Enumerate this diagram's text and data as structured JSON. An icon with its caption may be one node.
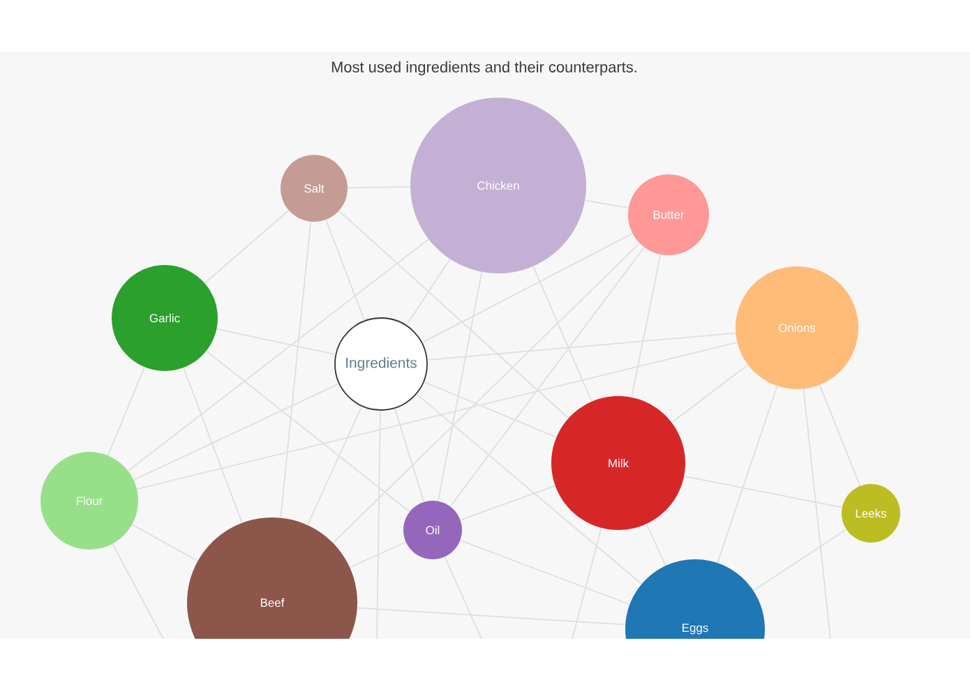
{
  "diagram": {
    "title": "Most used ingredients and their counterparts.",
    "nodes": [
      {
        "text": [
          "Salt"
        ]
      },
      {
        "text": [
          "Chicken"
        ]
      },
      {
        "text": [
          "Butter"
        ]
      },
      {
        "text": [
          "Garlic"
        ]
      },
      {
        "text": [
          "Ingredients"
        ]
      },
      {
        "text": [
          "Onions"
        ]
      },
      {
        "text": [
          "Milk"
        ]
      },
      {
        "text": [
          "Flour"
        ]
      },
      {
        "text": [
          "Leeks"
        ]
      },
      {
        "text": [
          "Oil"
        ]
      },
      {
        "text": [
          "Beef"
        ]
      },
      {
        "text": [
          "Eggs"
        ]
      }
    ],
    "edges": [
      {
        "from": 0,
        "to": 1,
        "arrow": "none"
      },
      {
        "from": 0,
        "to": 3,
        "arrow": "none"
      },
      {
        "from": 0,
        "to": 4,
        "arrow": "none"
      },
      {
        "from": 0,
        "to": 6,
        "arrow": "none"
      },
      {
        "from": 0,
        "to": 10,
        "arrow": "none"
      },
      {
        "from": 1,
        "to": 2,
        "arrow": "none"
      },
      {
        "from": 1,
        "to": 4,
        "arrow": "none"
      },
      {
        "from": 1,
        "to": 6,
        "arrow": "none"
      },
      {
        "from": 1,
        "to": 9,
        "arrow": "none"
      },
      {
        "from": 1,
        "to": 7,
        "arrow": "none"
      },
      {
        "from": 2,
        "to": 4,
        "arrow": "none"
      },
      {
        "from": 2,
        "to": 6,
        "arrow": "none"
      },
      {
        "from": 2,
        "to": 9,
        "arrow": "none"
      },
      {
        "from": 2,
        "to": 10,
        "arrow": "none"
      },
      {
        "from": 3,
        "to": 4,
        "arrow": "none"
      },
      {
        "from": 3,
        "to": 7,
        "arrow": "none"
      },
      {
        "from": 3,
        "to": 9,
        "arrow": "none"
      },
      {
        "from": 3,
        "to": 10,
        "arrow": "none"
      },
      {
        "from": 4,
        "to": 5,
        "arrow": "none"
      },
      {
        "from": 4,
        "to": 6,
        "arrow": "none"
      },
      {
        "from": 4,
        "to": 9,
        "arrow": "none"
      },
      {
        "from": 4,
        "to": 10,
        "arrow": "none"
      },
      {
        "from": 4,
        "to": 11,
        "arrow": "none"
      },
      {
        "from": 4,
        "to": 7,
        "arrow": "none"
      },
      {
        "from": 5,
        "to": 6,
        "arrow": "none"
      },
      {
        "from": 5,
        "to": 11,
        "arrow": "none"
      },
      {
        "from": 5,
        "to": 8,
        "arrow": "none"
      },
      {
        "from": 5,
        "to": 7,
        "arrow": "none"
      },
      {
        "from": 6,
        "to": 8,
        "arrow": "none"
      },
      {
        "from": 6,
        "to": 9,
        "arrow": "none"
      },
      {
        "from": 6,
        "to": 11,
        "arrow": "none"
      },
      {
        "from": 9,
        "to": 11,
        "arrow": "none"
      },
      {
        "from": 9,
        "to": 10,
        "arrow": "none"
      },
      {
        "from": 7,
        "to": 10,
        "arrow": "none"
      },
      {
        "from": 10,
        "to": 11,
        "arrow": "none"
      },
      {
        "from": 11,
        "to": 8,
        "arrow": "none"
      },
      {
        "from": 7,
        "to": null,
        "arrow": "none"
      },
      {
        "from": 4,
        "to": null,
        "arrow": "none"
      },
      {
        "from": 9,
        "to": null,
        "arrow": "none"
      },
      {
        "from": 6,
        "to": null,
        "arrow": "none"
      },
      {
        "from": 5,
        "to": null,
        "arrow": "none"
      }
    ]
  }
}
